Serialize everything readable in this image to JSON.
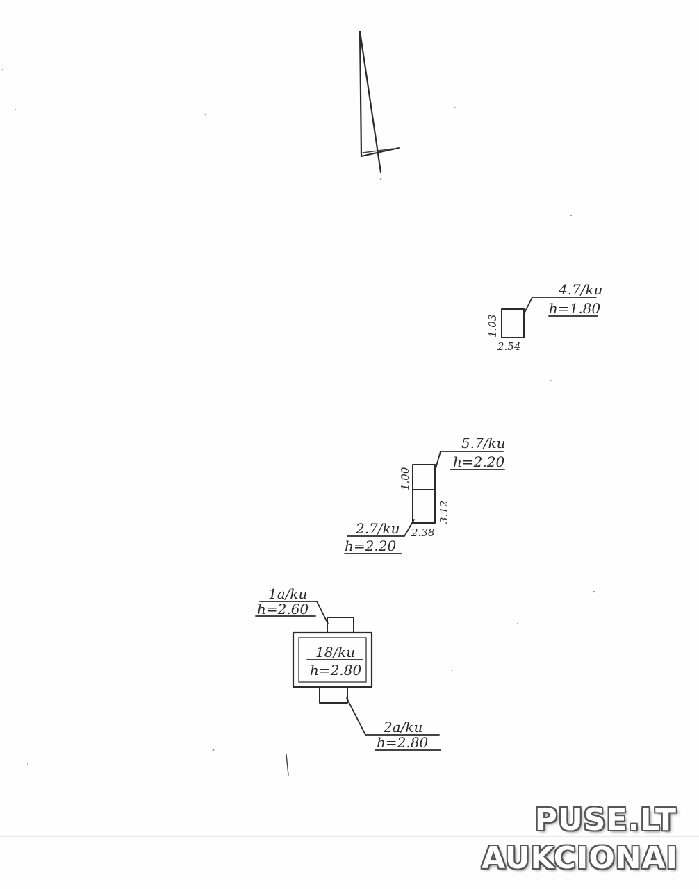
{
  "north_arrow": {
    "icon": "north-arrow-icon"
  },
  "unit_a": {
    "area": "4.7/ku",
    "height": "h=1.80",
    "side_left": "1.03",
    "side_bottom": "2.54"
  },
  "unit_b": {
    "area": "5.7/ku",
    "height": "h=2.20",
    "side_left": "1.00",
    "side_right": "3.12"
  },
  "unit_c": {
    "area": "2.7/ku",
    "height": "h=2.20",
    "side_bottom": "2.38"
  },
  "unit_d": {
    "area": "1a/ku",
    "height": "h=2.60"
  },
  "unit_e": {
    "area": "18/ku",
    "height": "h=2.80"
  },
  "unit_f": {
    "area": "2a/ku",
    "height": "h=2.80"
  },
  "watermark": {
    "line1": "PUSE.LT",
    "line2": "AUKCIONAI"
  }
}
